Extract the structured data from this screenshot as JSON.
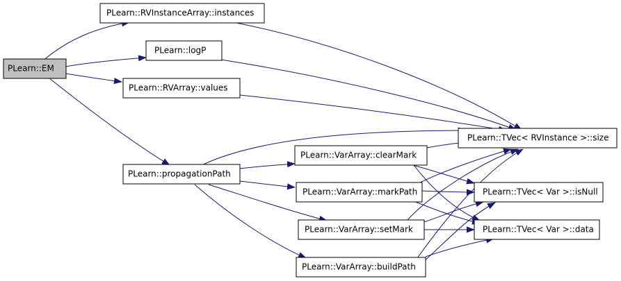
{
  "colors": {
    "edge": "#191970",
    "node_border": "#000000",
    "root_fill": "#bfbfbf",
    "node_fill": "#ffffff"
  },
  "nodes": {
    "em": "PLearn::EM",
    "instances": "PLearn::RVInstanceArray::instances",
    "logp": "PLearn::logP",
    "values": "PLearn::RVArray::values",
    "propagation_path": "PLearn::propagationPath",
    "clear_mark": "PLearn::VarArray::clearMark",
    "mark_path": "PLearn::VarArray::markPath",
    "set_mark": "PLearn::VarArray::setMark",
    "build_path": "PLearn::VarArray::buildPath",
    "size": "PLearn::TVec< RVInstance >::size",
    "is_null": "PLearn::TVec< Var >::isNull",
    "data": "PLearn::TVec< Var >::data"
  }
}
